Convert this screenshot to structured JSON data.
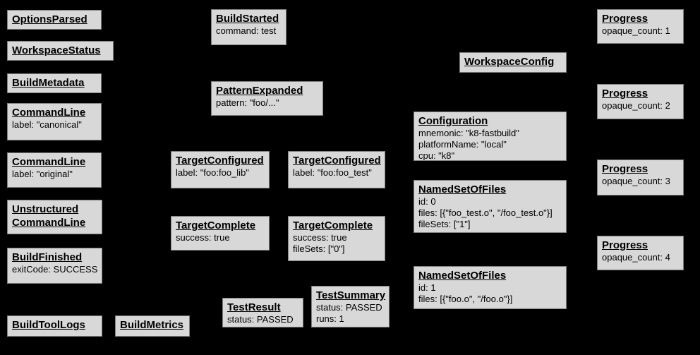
{
  "diagram": {
    "description": "Bazel Build Event Protocol event graph",
    "colors": {
      "background": "#000000",
      "node_fill": "#d8d8d8",
      "node_border": "#7f7f7f",
      "text": "#000000"
    }
  },
  "nodes": [
    {
      "title": "OptionsParsed",
      "lines": []
    },
    {
      "title": "WorkspaceStatus",
      "lines": []
    },
    {
      "title": "BuildMetadata",
      "lines": []
    },
    {
      "title": "CommandLine",
      "lines": [
        "label: \"canonical\""
      ]
    },
    {
      "title": "CommandLine",
      "lines": [
        "label: \"original\""
      ]
    },
    {
      "title": "Unstructured CommandLine",
      "lines": []
    },
    {
      "title": "BuildFinished",
      "lines": [
        "exitCode: SUCCESS"
      ]
    },
    {
      "title": "BuildToolLogs",
      "lines": []
    },
    {
      "title": "BuildMetrics",
      "lines": []
    },
    {
      "title": "BuildStarted",
      "lines": [
        "command: test"
      ]
    },
    {
      "title": "PatternExpanded",
      "lines": [
        "pattern: \"foo/...\""
      ]
    },
    {
      "title": "TargetConfigured",
      "lines": [
        "label: \"foo:foo_lib\""
      ]
    },
    {
      "title": "TargetConfigured",
      "lines": [
        "label: \"foo:foo_test\""
      ]
    },
    {
      "title": "TargetComplete",
      "lines": [
        "success: true"
      ]
    },
    {
      "title": "TargetComplete",
      "lines": [
        "success: true",
        "fileSets: [\"0\"]"
      ]
    },
    {
      "title": "TestResult",
      "lines": [
        "status: PASSED"
      ]
    },
    {
      "title": "TestSummary",
      "lines": [
        "status: PASSED",
        "runs: 1"
      ]
    },
    {
      "title": "WorkspaceConfig",
      "lines": []
    },
    {
      "title": "Configuration",
      "lines": [
        "mnemonic: \"k8-fastbuild\"",
        "platformName: \"local\"",
        "cpu: \"k8\""
      ]
    },
    {
      "title": "NamedSetOfFiles",
      "lines": [
        "id: 0",
        "files: [{\"foo_test.o\", \"/foo_test.o\"}]",
        "fileSets: [\"1\"]"
      ]
    },
    {
      "title": "NamedSetOfFiles",
      "lines": [
        "id: 1",
        "files: [{\"foo.o\", \"/foo.o\"}]"
      ]
    },
    {
      "title": "Progress",
      "lines": [
        "opaque_count: 1"
      ]
    },
    {
      "title": "Progress",
      "lines": [
        "opaque_count: 2"
      ]
    },
    {
      "title": "Progress",
      "lines": [
        "opaque_count: 3"
      ]
    },
    {
      "title": "Progress",
      "lines": [
        "opaque_count: 4"
      ]
    }
  ]
}
